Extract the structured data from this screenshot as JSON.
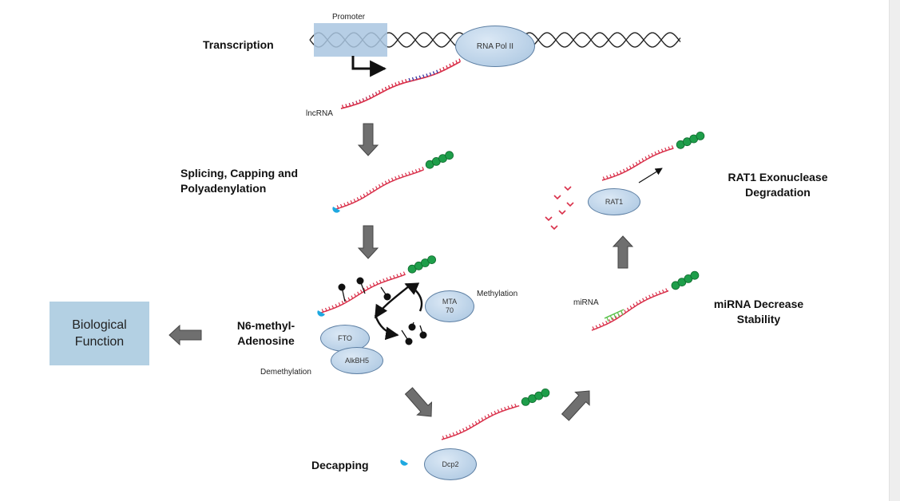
{
  "labels": {
    "transcription": "Transcription",
    "splicing": "Splicing, Capping and\nPolyadenylation",
    "n6": "N6-methyl-\nAdenosine",
    "decapping": "Decapping",
    "rat1_deg": "RAT1 Exonuclease\nDegradation",
    "mirna_decrease": "miRNA Decrease\nStability"
  },
  "small": {
    "promoter": "Promoter",
    "lncrna": "lncRNA",
    "methylation": "Methylation",
    "demethylation": "Demethylation",
    "mirna": "miRNA"
  },
  "enzymes": {
    "rna_pol": "RNA Pol II",
    "mta70": "MTA\n70",
    "fto": "FTO",
    "alkbh5": "AlkBH5",
    "dcp2": "Dcp2",
    "rat1": "RAT1"
  },
  "bio_box": "Biological\nFunction",
  "colors": {
    "rna": "#d9304a",
    "rna_transcript_blue": "#2a3fb0",
    "polya_bead": "#1e9e4a",
    "cap": "#1ea8e0",
    "arrow": "#6f6f6f",
    "enzyme": "#b7cfe6",
    "promoter_box": "#a9c6e0",
    "bio_box": "#b3d0e3",
    "mirna": "#5bc24a"
  }
}
